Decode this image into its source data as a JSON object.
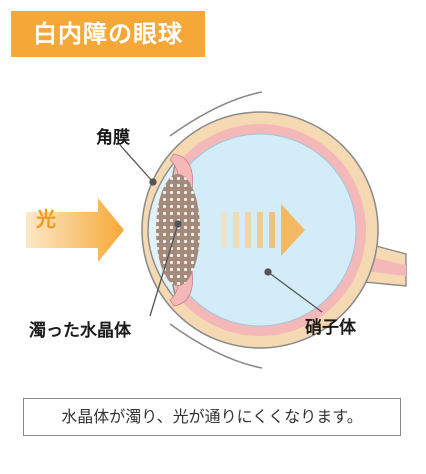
{
  "title": "白内障の眼球",
  "labels": {
    "cornea": "角膜",
    "lens": "濁った水晶体",
    "vitreous": "硝子体"
  },
  "light_label": "光",
  "caption": "水晶体が濁り、光が通りにくくなります。",
  "colors": {
    "title_bg": "#f5a838",
    "light_arrow": "#f7b24c",
    "sclera": "#f5d9b3",
    "choroid": "#f4b8b8",
    "vitreous": "#d4ecf7",
    "lens": "#a3897a",
    "cornea": "#e2f2f8"
  }
}
